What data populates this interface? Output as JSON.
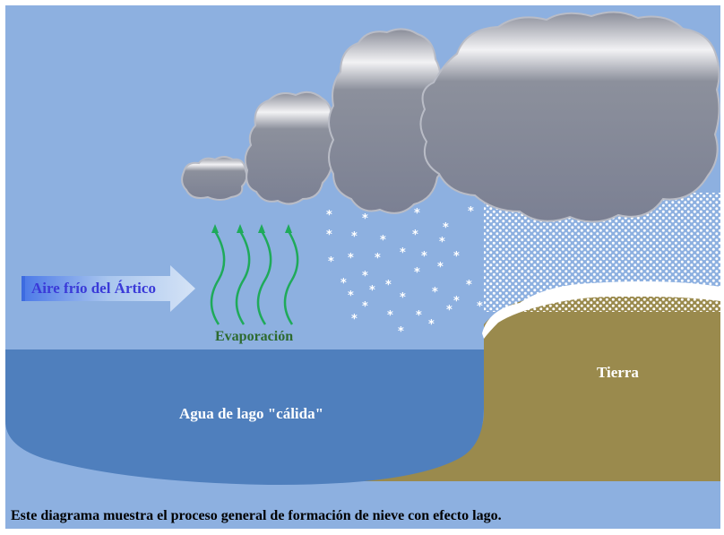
{
  "labels": {
    "cold_air": "Aire frío del Ártico",
    "evaporation": "Evaporación",
    "lake_water": "Agua de lago \"cálida\"",
    "land": "Tierra"
  },
  "caption": "Este diagrama muestra el proceso general de formación de nieve con efecto lago.",
  "colors": {
    "sky": "#8db0e0",
    "water": "#4f7fbd",
    "land": "#9a8a4d",
    "cloud": "#7f8496",
    "snow": "#ffffff",
    "evaporation": "#1faa5a",
    "cold_air_text": "#3a3ad8",
    "evaporation_text": "#2d6a2f"
  },
  "icons": {
    "arrow": "cold-air-arrow-icon",
    "evaporation": "evaporation-wave-icon",
    "snowflake": "snowflake-icon",
    "cloud": "cloud-icon"
  }
}
